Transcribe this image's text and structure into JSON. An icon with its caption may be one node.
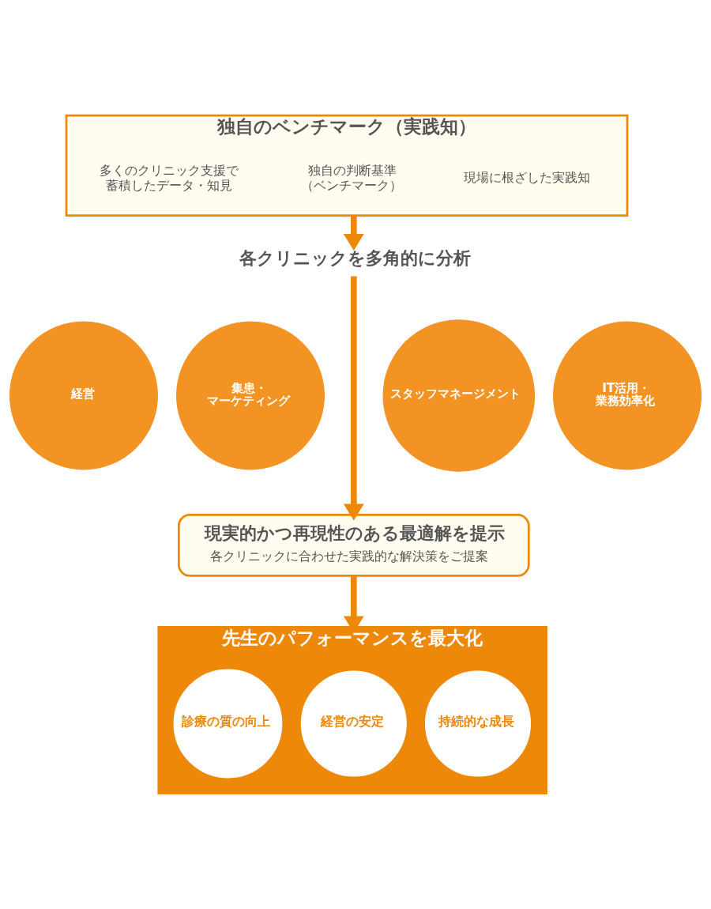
{
  "diagram": {
    "nodes": [
      {
        "text": [
          "独自のベンチマーク（実践知）"
        ]
      },
      {
        "text": [
          "多くのクリニック支援で蓄積したデータ・知見"
        ],
        "in": 0
      },
      {
        "text": [
          "独自の判断基準（ベンチマーク）"
        ],
        "in": 0
      },
      {
        "text": [
          "現場に根ざした実践知"
        ],
        "in": 0
      },
      {
        "text": [
          "各クリニックを多角的に分析"
        ]
      },
      {
        "text": [
          "経営"
        ]
      },
      {
        "text": [
          "集患・マーケティング"
        ]
      },
      {
        "text": [
          "スタッフマネージメント"
        ]
      },
      {
        "text": [
          "IT活用・業務効率化"
        ]
      },
      {
        "text": [
          "現実的かつ再現性のある最適解を提示",
          "各クリニックに合わせた実践的な解決策をご提案"
        ]
      },
      {
        "text": [
          "先生のパフォーマンスを最大化"
        ]
      },
      {
        "text": [
          "診療の質の向上"
        ],
        "in": 10
      },
      {
        "text": [
          "経営の安定"
        ],
        "in": 10
      },
      {
        "text": [
          "持続的な成長"
        ],
        "in": 10
      }
    ],
    "edges": [
      {
        "from": 0,
        "to": 4,
        "arrow": "to"
      },
      {
        "from": 4,
        "to": 9,
        "arrow": "to"
      },
      {
        "from": 9,
        "to": 10,
        "arrow": "to"
      }
    ]
  }
}
